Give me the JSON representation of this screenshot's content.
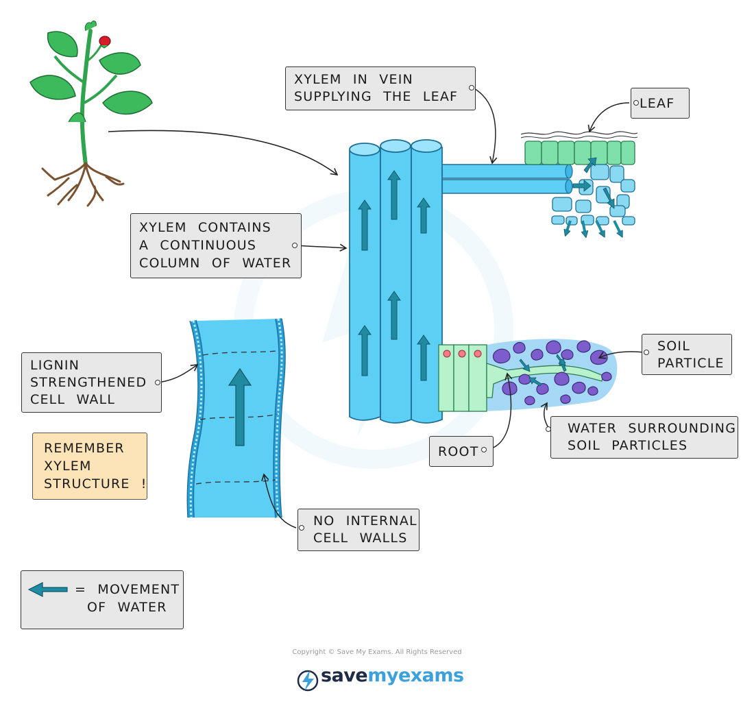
{
  "labels": {
    "vein": [
      "XYLEM IN VEIN",
      "SUPPLYING THE LEAF"
    ],
    "leaf": "LEAF",
    "column": [
      "XYLEM CONTAINS",
      "A CONTINUOUS",
      "COLUMN OF WATER"
    ],
    "soil_particle": [
      "SOIL",
      "PARTICLE"
    ],
    "lignin": [
      "LIGNIN",
      "STRENGTHENED",
      "CELL WALL"
    ],
    "remember": [
      "REMEMBER",
      "XYLEM",
      "STRUCTURE !"
    ],
    "root": "ROOT",
    "water_surrounding": [
      "WATER SURROUNDING",
      "SOIL PARTICLES"
    ],
    "no_walls": [
      "NO INTERNAL",
      "CELL WALLS"
    ]
  },
  "legend": {
    "line1": "= MOVEMENT",
    "line2": "OF WATER",
    "arrow_icon": "left-arrow-icon"
  },
  "footer": {
    "copyright": "Copyright © Save My Exams. All Rights Reserved",
    "brand_save": "save",
    "brand_my": "my",
    "brand_exams": "exams",
    "logo_icon": "lightning-bolt-icon"
  },
  "colors": {
    "xylem": "#5dcff5",
    "xylem_dark": "#2a9fd6",
    "water_arrow": "#1f8aa0",
    "leaf_cells": "#7fe0ab",
    "soil": "#7d5dcc",
    "soil_water": "#a5d8f5",
    "label_bg": "#e8e8e8",
    "note_bg": "#fde3b8",
    "plant_leaf": "#3dbb5c",
    "plant_root": "#7a5230",
    "flower": "#d81b2b"
  }
}
